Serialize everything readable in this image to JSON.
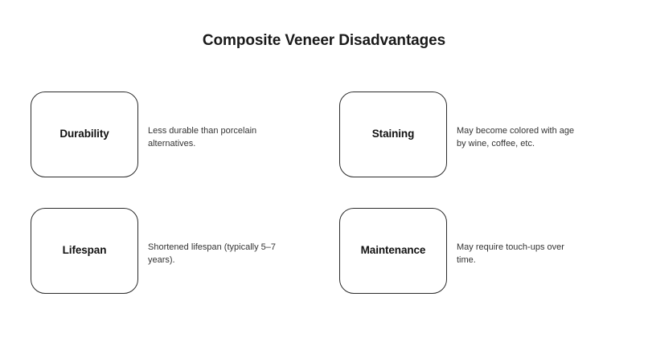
{
  "header": {
    "title": "Composite Veneer Disadvantages"
  },
  "theme": {
    "background": "#ffffff",
    "card_border": "#2b2b2b",
    "card_fill": "#ffffff",
    "title_color": "#1a1a1a",
    "label_color": "#111111",
    "description_color": "#333333"
  },
  "main": {
    "cards": [
      {
        "label": "Durability",
        "description": "Less durable than porcelain alternatives.",
        "column": "left",
        "row": 1
      },
      {
        "label": "Staining",
        "description": "May become colored with age by wine, coffee, etc.",
        "column": "right",
        "row": 1
      },
      {
        "label": "Lifespan",
        "description": "Shortened lifespan (typically 5–7 years).",
        "column": "left",
        "row": 2
      },
      {
        "label": "Maintenance",
        "description": "May require touch-ups over time.",
        "column": "right",
        "row": 2
      }
    ]
  }
}
